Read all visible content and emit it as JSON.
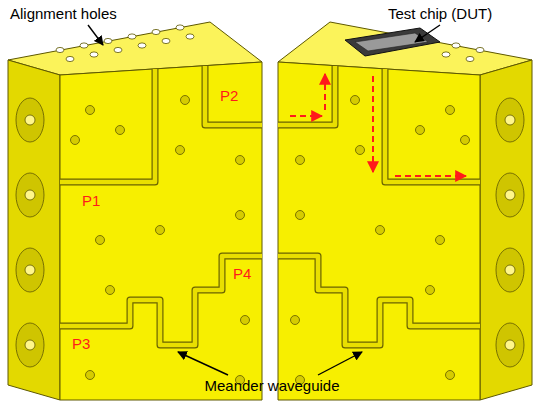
{
  "diagram": {
    "labels": [
      "Alignment holes",
      "Test chip (DUT)",
      "P2",
      "P1",
      "P4",
      "P3",
      "Meander waveguide"
    ]
  }
}
